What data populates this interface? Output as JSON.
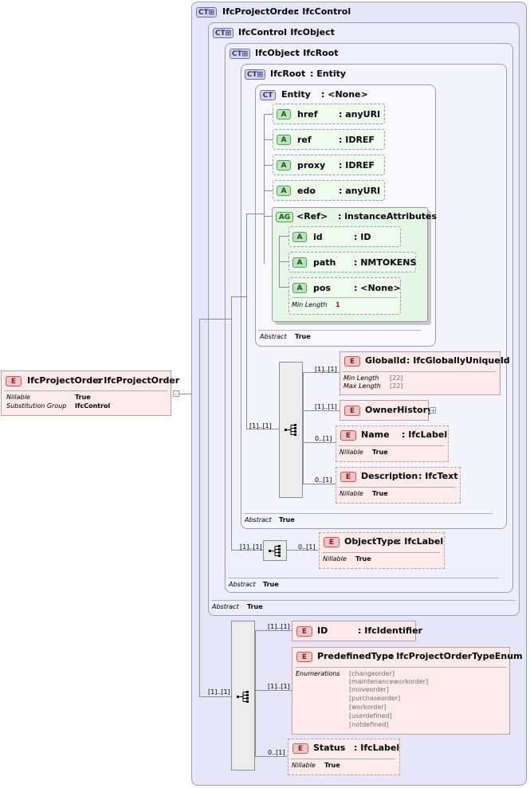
{
  "root": {
    "badge": "E",
    "name": "IfcProjectOrder",
    "type": ": IfcProjectOrder",
    "props": [
      {
        "label": "Nillable",
        "value": "True"
      },
      {
        "label": "Substitution Group",
        "value": "IfcControl"
      }
    ]
  },
  "types": {
    "ifcProjectOrder": {
      "badge": "CT",
      "name": "IfcProjectOrder",
      "base": ": IfcControl"
    },
    "ifcControl": {
      "badge": "CT",
      "name": "IfcControl",
      "base": ": IfcObject",
      "abstract_label": "Abstract",
      "abstract_value": "True"
    },
    "ifcObject": {
      "badge": "CT",
      "name": "IfcObject",
      "base": ": IfcRoot",
      "abstract_label": "Abstract",
      "abstract_value": "True"
    },
    "ifcRoot": {
      "badge": "CT",
      "name": "IfcRoot",
      "base": ": Entity",
      "abstract_label": "Abstract",
      "abstract_value": "True"
    },
    "entity": {
      "badge": "CT",
      "name": "Entity",
      "base": ": <None>",
      "abstract_label": "Abstract",
      "abstract_value": "True"
    }
  },
  "entity_attrs": [
    {
      "badge": "A",
      "name": "href",
      "type": ": anyURI"
    },
    {
      "badge": "A",
      "name": "ref",
      "type": ": IDREF"
    },
    {
      "badge": "A",
      "name": "proxy",
      "type": ": IDREF"
    },
    {
      "badge": "A",
      "name": "edo",
      "type": ": anyURI"
    }
  ],
  "attr_group": {
    "badge": "AG",
    "name": "<Ref>",
    "type": ": instanceAttributes",
    "attrs": [
      {
        "badge": "A",
        "name": "id",
        "type": ": ID"
      },
      {
        "badge": "A",
        "name": "path",
        "type": ": NMTOKENS"
      },
      {
        "badge": "A",
        "name": "pos",
        "type": ": <None>",
        "prop_label": "Min Length",
        "prop_value": "1"
      }
    ]
  },
  "ifcroot_seq": {
    "card": "[1]..[1]",
    "elements": [
      {
        "badge": "E",
        "name": "GlobalId",
        "type": ": IfcGloballyUniqueId",
        "card": "[1]..[1]",
        "props": [
          {
            "label": "Min Length",
            "value": "[22]"
          },
          {
            "label": "Max Length",
            "value": "[22]"
          }
        ]
      },
      {
        "badge": "E",
        "name": "OwnerHistory",
        "type": "",
        "card": "[1]..[1]",
        "expand": "+"
      },
      {
        "badge": "E",
        "name": "Name",
        "type": ": IfcLabel",
        "card": "0..[1]",
        "props": [
          {
            "label": "Nillable",
            "value": "True"
          }
        ]
      },
      {
        "badge": "E",
        "name": "Description",
        "type": ": IfcText",
        "card": "0..[1]",
        "props": [
          {
            "label": "Nillable",
            "value": "True"
          }
        ]
      }
    ]
  },
  "ifcobject_seq": {
    "card": "[1]..[1]",
    "element": {
      "badge": "E",
      "name": "ObjectType",
      "type": ": IfcLabel",
      "card": "0..[1]",
      "props": [
        {
          "label": "Nillable",
          "value": "True"
        }
      ]
    }
  },
  "order_seq": {
    "card": "[1]..[1]",
    "elements": [
      {
        "badge": "E",
        "name": "ID",
        "type": ": IfcIdentifier",
        "card": "[1]..[1]"
      },
      {
        "badge": "E",
        "name": "PredefinedType",
        "type": ": IfcProjectOrderTypeEnum",
        "card": "[1]..[1]",
        "enum_label": "Enumerations",
        "enums": [
          "[changeorder]",
          "[maintenanceworkorder]",
          "[moveorder]",
          "[purchaseorder]",
          "[workorder]",
          "[userdefined]",
          "[notdefined]"
        ]
      },
      {
        "badge": "E",
        "name": "Status",
        "type": ": IfcLabel",
        "card": "0..[1]",
        "props": [
          {
            "label": "Nillable",
            "value": "True"
          }
        ]
      }
    ]
  },
  "colors": {
    "ct_fill": "#eaeafa",
    "attr_fill": "#eefcee",
    "elem_fill": "#fdeaea",
    "line": "#8c8c8c"
  }
}
